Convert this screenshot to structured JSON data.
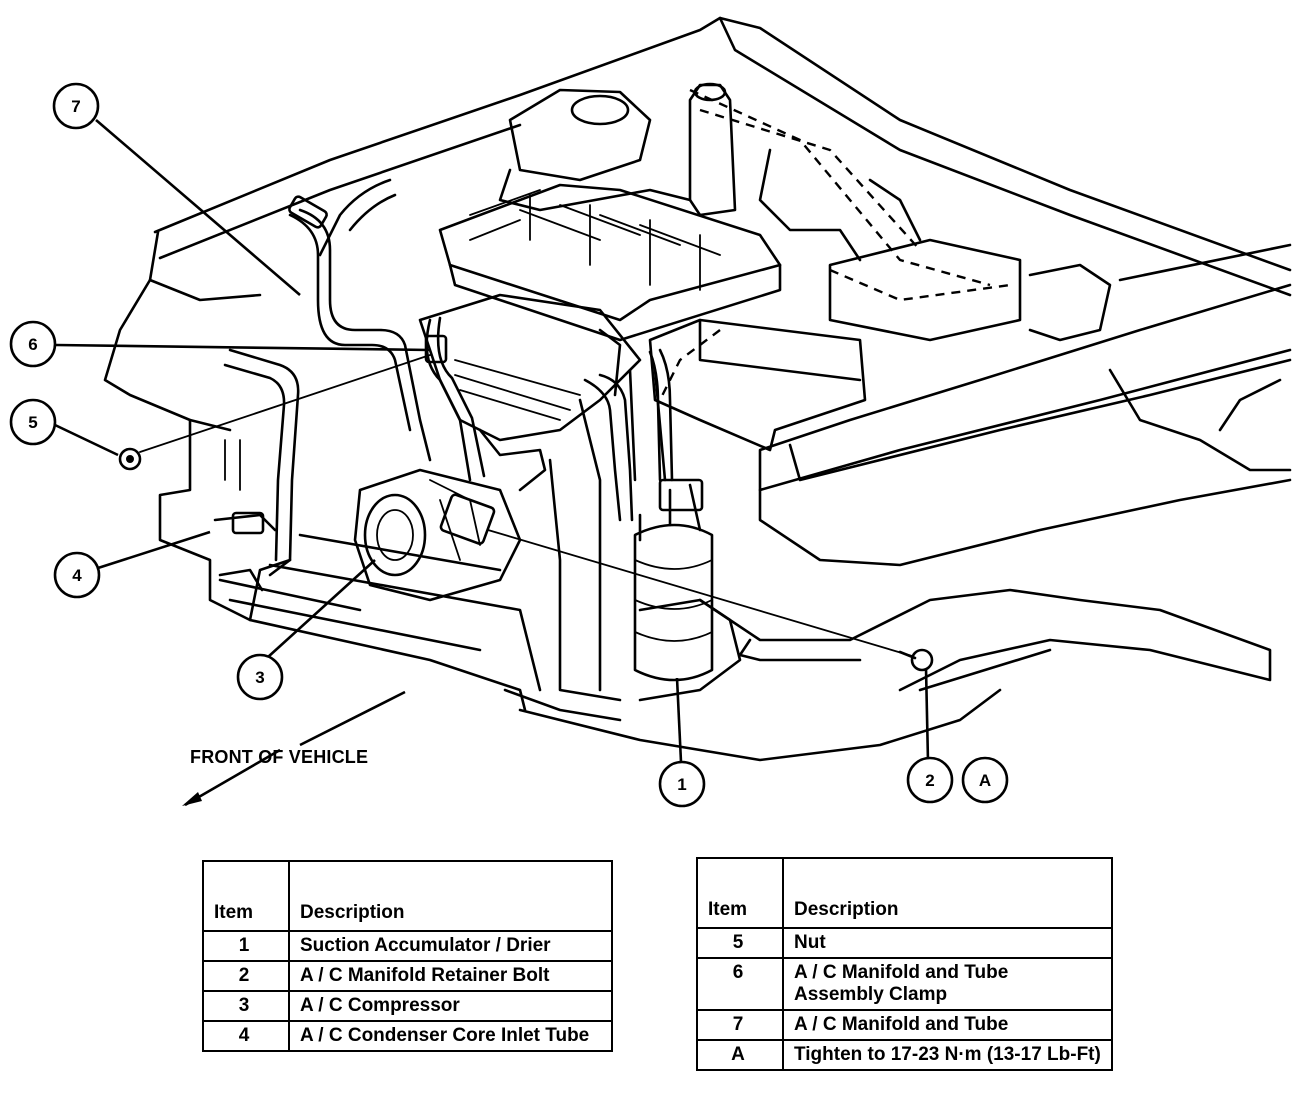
{
  "diagram": {
    "front_label": "FRONT OF VEHICLE",
    "callouts": [
      "1",
      "2",
      "A",
      "3",
      "4",
      "5",
      "6",
      "7"
    ]
  },
  "legend_left": {
    "header": {
      "item": "Item",
      "description": "Description"
    },
    "rows": [
      {
        "item": "1",
        "description": "Suction Accumulator / Drier"
      },
      {
        "item": "2",
        "description": "A / C Manifold Retainer Bolt"
      },
      {
        "item": "3",
        "description": "A / C Compressor"
      },
      {
        "item": "4",
        "description": "A / C Condenser Core Inlet Tube"
      }
    ]
  },
  "legend_right": {
    "header": {
      "item": "Item",
      "description": "Description"
    },
    "rows": [
      {
        "item": "5",
        "description": "Nut"
      },
      {
        "item": "6",
        "description": "A / C Manifold and Tube Assembly Clamp"
      },
      {
        "item": "7",
        "description": "A / C Manifold and Tube"
      },
      {
        "item": "A",
        "description": "Tighten to 17-23 N·m (13-17 Lb-Ft)"
      }
    ]
  }
}
